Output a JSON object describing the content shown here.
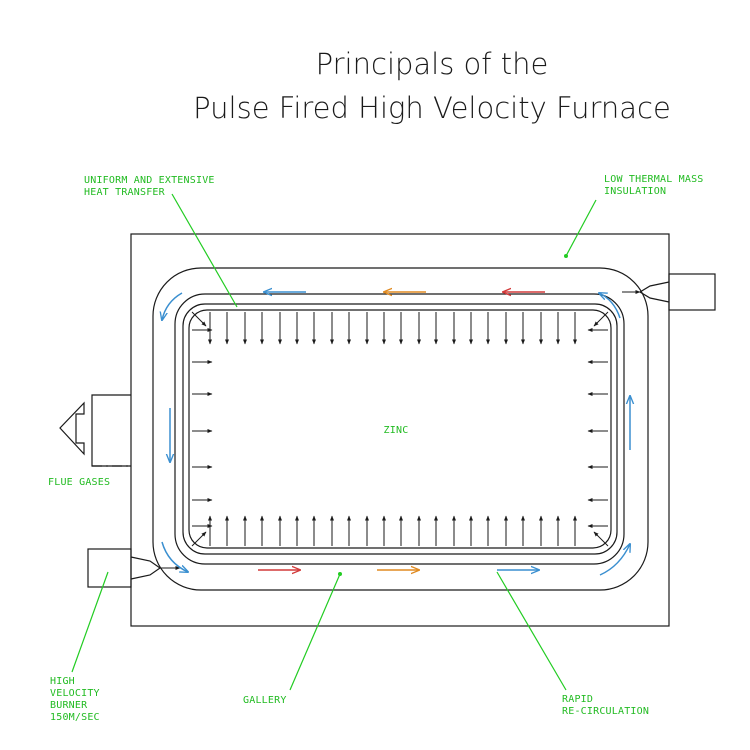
{
  "title": {
    "line1": "Principals of the",
    "line2": "Pulse Fired High Velocity Furnace"
  },
  "labels": {
    "heat_transfer": [
      "UNIFORM AND EXTENSIVE",
      "HEAT TRANSFER"
    ],
    "insulation": [
      "LOW THERMAL MASS",
      "INSULATION"
    ],
    "zinc": "ZINC",
    "flue": "FLUE GASES",
    "burner": [
      "HIGH",
      "VELOCITY",
      "BURNER",
      "150M/SEC"
    ],
    "gallery": "GALLERY",
    "recirculation": [
      "RAPID",
      "RE-CIRCULATION"
    ]
  },
  "colors": {
    "leader": "#22cc22",
    "text": "#22bb22",
    "hot": "#d23a3a",
    "warm": "#e08a20",
    "cool": "#3a8fd0",
    "outline": "#1a1a1a"
  }
}
